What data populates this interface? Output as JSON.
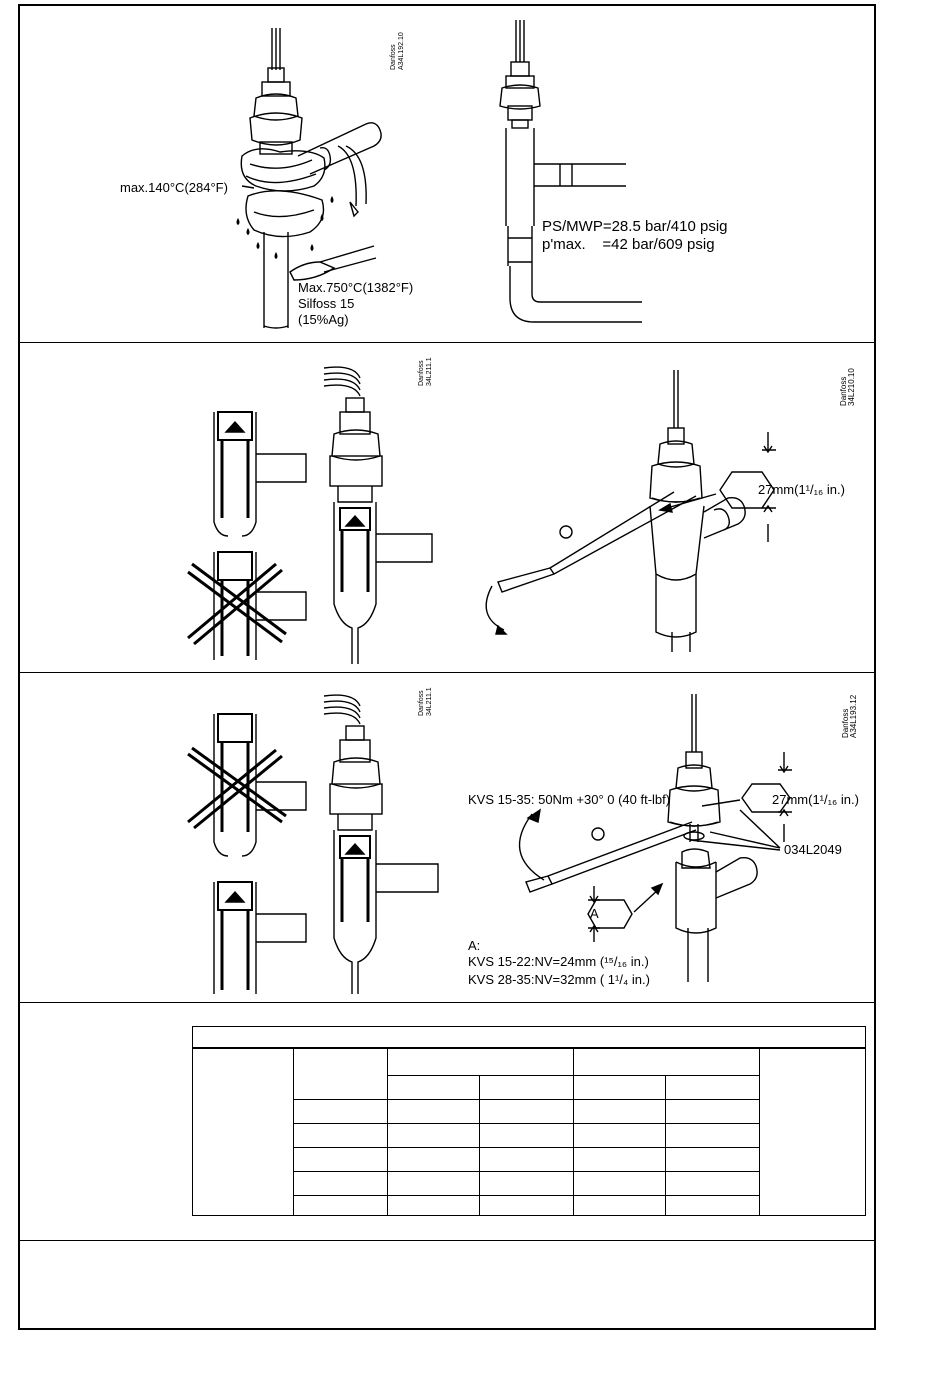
{
  "panel1": {
    "ref_code": "Danfoss\nA34L192.10",
    "temp_max_label": "max.140°C(284°F)",
    "braze_temp_label": "Max.750°C(1382°F)",
    "braze_material": "Silfoss 15",
    "braze_silver": "(15%Ag)",
    "pressure_ps": "PS/MWP=28.5 bar/410 psig",
    "pressure_pmax": "p'max.    =42 bar/609 psig"
  },
  "panel2": {
    "ref_code_small": "Danfoss\n34L211.1",
    "ref_code": "Danfoss\n34L210.10",
    "wrench_size": "27mm(1¹/₁₆ in.)"
  },
  "panel3": {
    "ref_code_small": "Danfoss\n34L211.1",
    "ref_code": "Danfoss\nA34L193.12",
    "torque_label": "KVS 15-35: 50Nm +30° 0 (40 ft-lbf)",
    "wrench_size": "27mm(1¹/₁₆ in.)",
    "part_no": "034L2049",
    "nut_letter": "A",
    "a_title": "A:",
    "a_line1": "KVS 15-22:NV=24mm (¹⁵/₁₆ in.)",
    "a_line2": "KVS 28-35:NV=32mm ( 1¹/₄ in.)"
  },
  "colors": {
    "line": "#000000",
    "background": "#ffffff"
  }
}
